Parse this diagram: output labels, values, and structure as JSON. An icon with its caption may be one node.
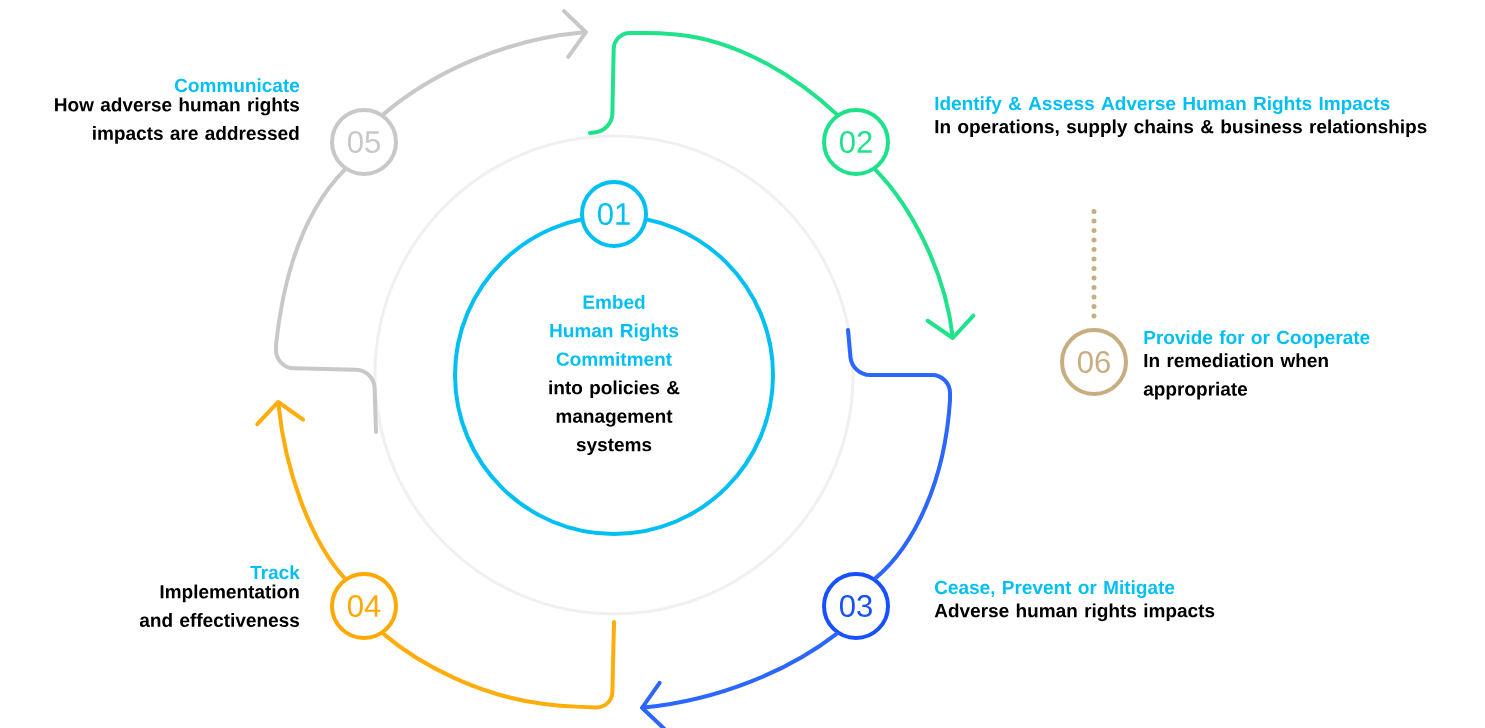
{
  "diagram": {
    "nodes": [
      {
        "text": [
          "Embed Human Rights Commitment",
          "into policies & management systems"
        ]
      },
      {
        "text": [
          "01"
        ]
      },
      {
        "text": [
          "02"
        ],
        "beside": [
          "Identify & Assess Adverse Human Rights Impacts",
          "In operations, supply chains & business relationships"
        ]
      },
      {
        "text": [
          "03"
        ],
        "beside": [
          "Cease, Prevent or Mitigate",
          "Adverse human rights impacts"
        ]
      },
      {
        "text": [
          "04"
        ],
        "beside": [
          "Track",
          "Implementation and effectiveness"
        ]
      },
      {
        "text": [
          "05"
        ],
        "beside": [
          "Communicate",
          "How adverse human rights impacts are addressed"
        ]
      },
      {
        "text": [
          "06"
        ],
        "beside": [
          "Provide for or Cooperate",
          "In remediation when appropriate"
        ]
      }
    ],
    "edges": [
      {
        "from": null,
        "to": 2,
        "arrow": "none",
        "color": "#20e28a"
      },
      {
        "from": 2,
        "to": null,
        "arrow": "to",
        "color": "#20e28a"
      },
      {
        "from": null,
        "to": 3,
        "arrow": "none",
        "color": "#2a66ff"
      },
      {
        "from": 3,
        "to": null,
        "arrow": "to",
        "color": "#2a66ff"
      },
      {
        "from": null,
        "to": 4,
        "arrow": "none",
        "color": "#ffad0b"
      },
      {
        "from": 4,
        "to": null,
        "arrow": "to",
        "color": "#ffad0b"
      },
      {
        "from": null,
        "to": 5,
        "arrow": "none",
        "color": "#c8c8c8"
      },
      {
        "from": 5,
        "to": null,
        "arrow": "to",
        "color": "#c8c8c8"
      },
      {
        "from": 6,
        "to": null,
        "arrow": "none",
        "style": "dashed",
        "color": "#c8ad80"
      }
    ]
  }
}
